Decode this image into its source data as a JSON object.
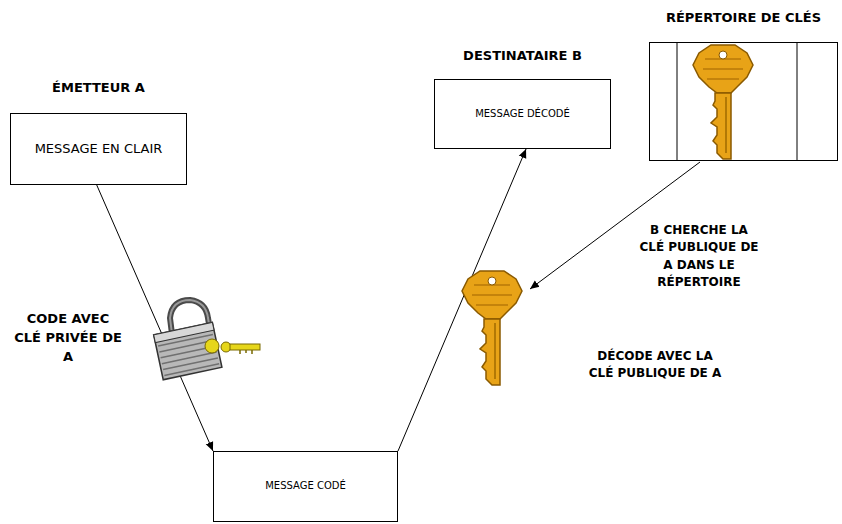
{
  "diagram": {
    "nodes": [
      {
        "text": [
          "ÉMETTEUR A",
          "MESSAGE EN CLAIR"
        ]
      },
      {
        "text": [
          "MESSAGE CODÉ"
        ]
      },
      {
        "text": [
          "DESTINATAIRE B",
          "MESSAGE DÉCODÉ"
        ]
      },
      {
        "text": [
          "RÉPERTOIRE DE CLÉS"
        ]
      }
    ],
    "edges": [
      {
        "from": 0,
        "to": 1,
        "arrow": "to",
        "label": "CODE AVEC CLÉ PRIVÉE DE A"
      },
      {
        "from": 1,
        "to": 2,
        "arrow": "to",
        "label": "DÉCODE AVEC LA CLÉ PUBLIQUE DE A"
      }
    ],
    "labels": [
      "B CHERCHE LA CLÉ PUBLIQUE DE A DANS LE RÉPERTOIRE"
    ]
  }
}
